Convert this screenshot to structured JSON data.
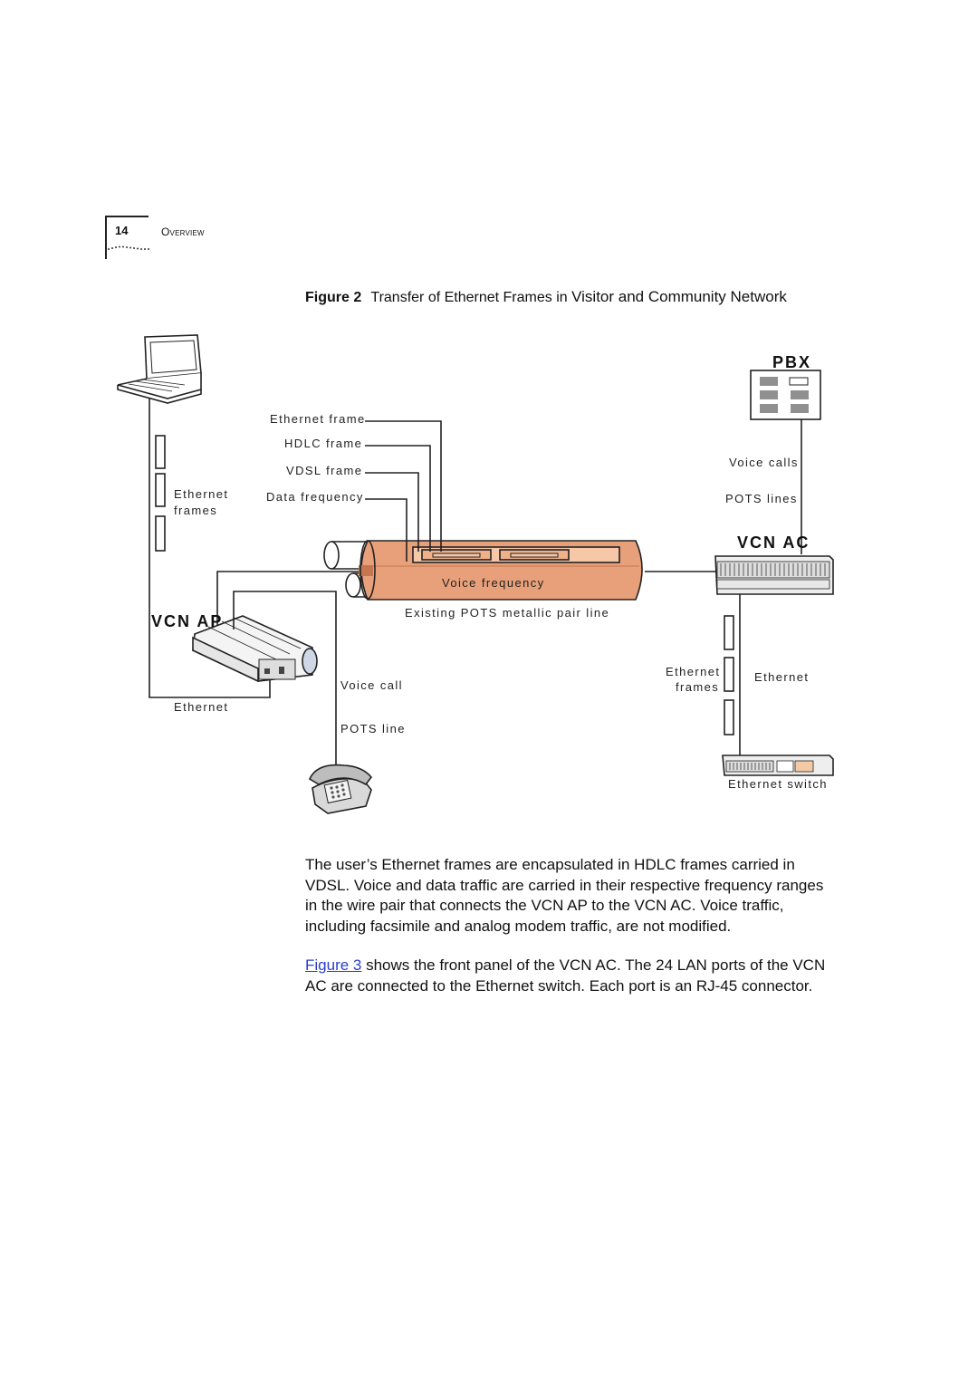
{
  "header": {
    "page_number": "14",
    "section": "Overview"
  },
  "figure": {
    "label": "Figure 2",
    "caption_part1": "Transfer of Ethernet Frames in",
    "caption_part2": "Visitor and Community Network"
  },
  "diagram": {
    "pbx_title": "PBX",
    "vcn_ac_title": "VCN AC",
    "vcn_ap_title": "VCN AP",
    "ethernet_frames_left": [
      "Ethernet",
      "frames"
    ],
    "stack_labels": [
      "Ethernet frame",
      "HDLC frame",
      "VDSL frame",
      "Data frequency"
    ],
    "voice_frequency": "Voice frequency",
    "existing_line": "Existing POTS metallic pair line",
    "voice_calls": "Voice calls",
    "pots_lines": "POTS lines",
    "ethernet_left": "Ethernet",
    "voice_call": "Voice call",
    "pots_line": "POTS line",
    "ethernet_frames_right": [
      "Ethernet",
      "frames"
    ],
    "ethernet_right": "Ethernet",
    "ethernet_switch": "Ethernet switch",
    "colors": {
      "cable": "#e8a07a",
      "cable_dark": "#c6764f"
    }
  },
  "body": {
    "para1": "The user’s Ethernet frames are encapsulated in HDLC frames carried in VDSL. Voice and data traffic are carried in their respective frequency ranges in the wire pair that connects the VCN AP to the VCN AC. Voice traffic, including facsimile and analog modem traffic, are not modified.",
    "para2_link": "Figure 3",
    "para2_rest": " shows the front panel of the VCN AC. The 24 LAN ports of the VCN AC are connected to the Ethernet switch. Each port is an RJ-45 connector."
  }
}
